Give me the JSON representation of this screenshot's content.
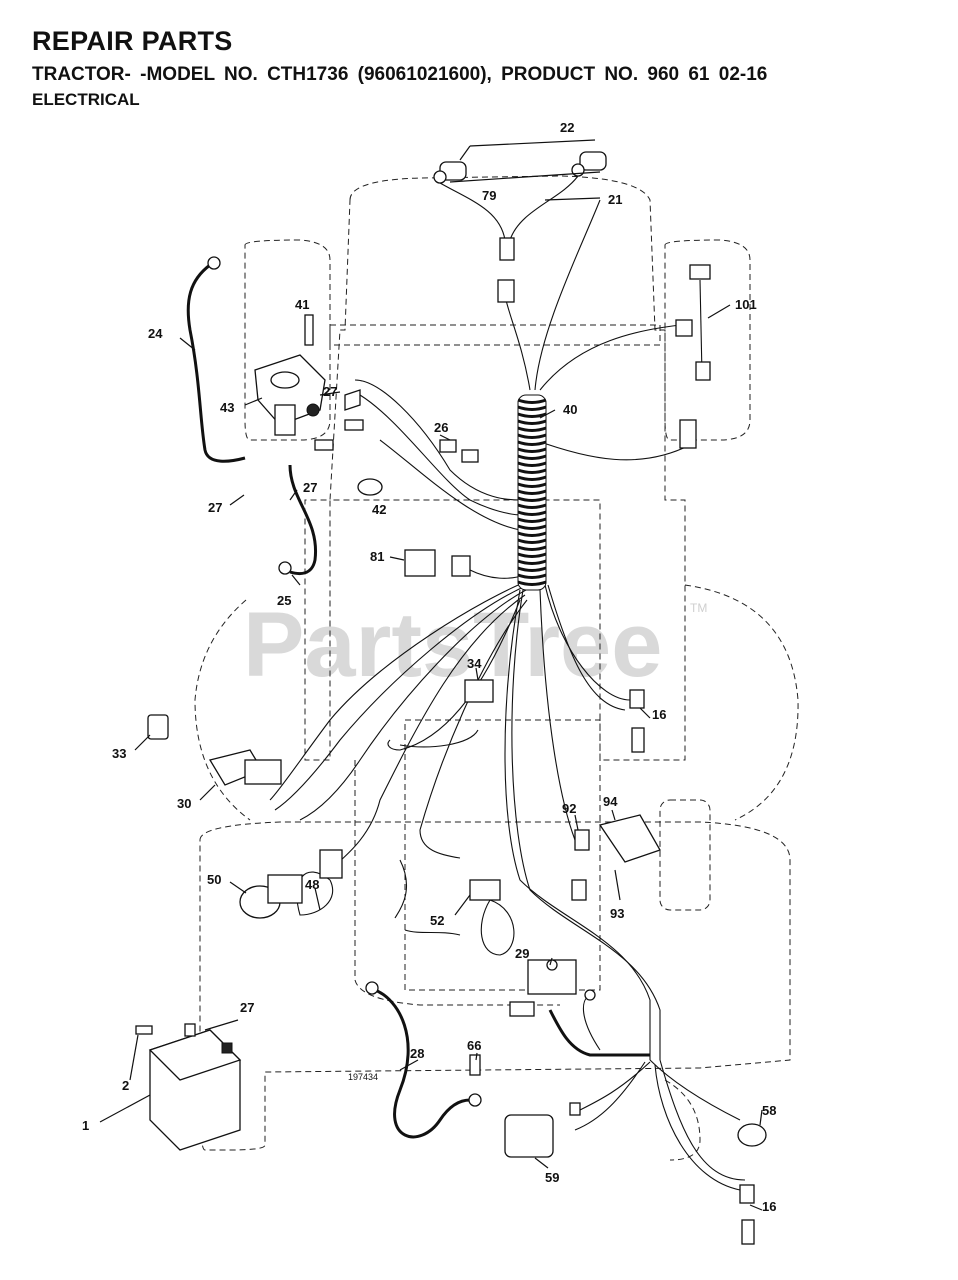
{
  "header": {
    "title": "REPAIR PARTS",
    "model_line": "TRACTOR- -MODEL NO. CTH1736 (96061021600), PRODUCT NO. 960 61 02-16",
    "section": "ELECTRICAL"
  },
  "watermark": {
    "text": "PartsTree",
    "tm": "TM"
  },
  "drawing_number": "197434",
  "callouts": [
    "22",
    "79",
    "21",
    "101",
    "41",
    "24",
    "27",
    "43",
    "40",
    "26",
    "27",
    "42",
    "27",
    "81",
    "25",
    "34",
    "16",
    "33",
    "30",
    "92",
    "94",
    "50",
    "48",
    "52",
    "93",
    "27",
    "29",
    "28",
    "66",
    "2",
    "1",
    "58",
    "59",
    "16"
  ]
}
